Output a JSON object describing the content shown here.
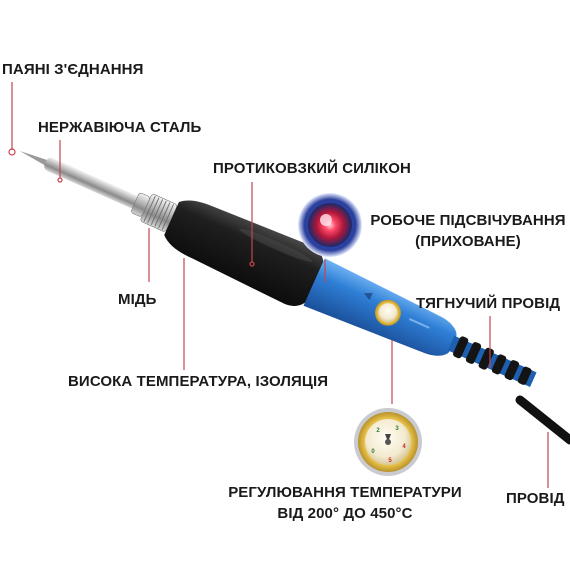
{
  "labels": {
    "solder_joints": "ПАЯНІ З'ЄДНАННЯ",
    "stainless_steel": "НЕРЖАВІЮЧА СТАЛЬ",
    "anti_slip_silicone": "ПРОТИКОВЗКИЙ СИЛІКОН",
    "work_light_line1": "РОБОЧЕ ПІДСВІЧУВАННЯ",
    "work_light_line2": "(ПРИХОВАНЕ)",
    "copper": "МІДЬ",
    "tensile_wire": "ТЯГНУЧИЙ ПРОВІД",
    "high_temp_insulation": "ВИСОКА ТЕМПЕРАТУРА, ІЗОЛЯЦІЯ",
    "temp_adjust_line1": "РЕГУЛЮВАННЯ ТЕМПЕРАТУРИ",
    "temp_adjust_line2": "ВІД 200° ДО 450°С",
    "wire": "ПРОВІД"
  },
  "colors": {
    "leader_line": "#c9424f",
    "handle_blue": "#2f7fd6",
    "grip_black": "#1c1c1c",
    "led_red": "#ff4a6a",
    "background": "#ffffff"
  },
  "dial_numbers": [
    "2",
    "3",
    "4",
    "5",
    "0"
  ]
}
